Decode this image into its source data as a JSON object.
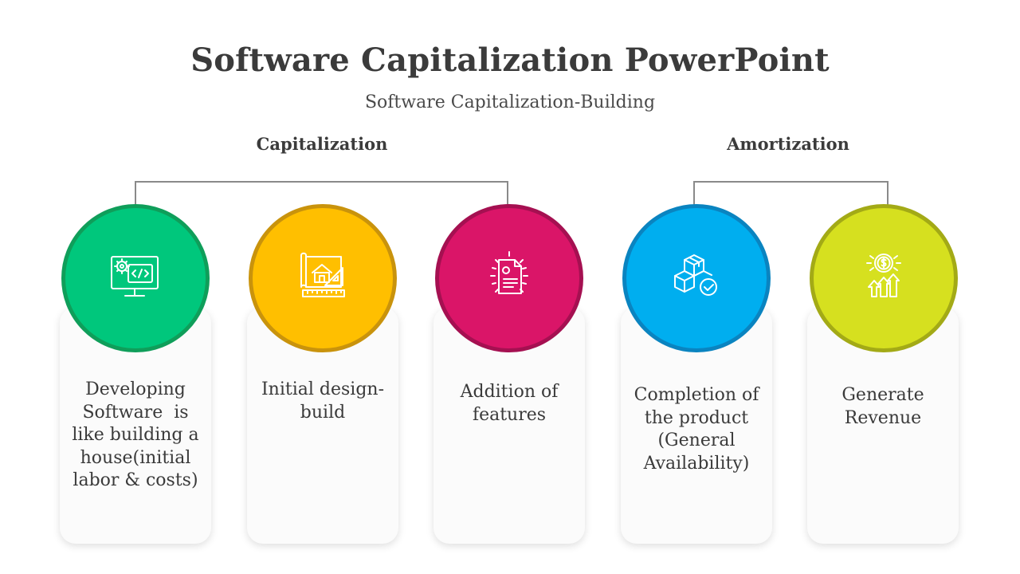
{
  "title": "Software Capitalization PowerPoint",
  "subtitle": "Software Capitalization-Building",
  "groups": {
    "capitalization": "Capitalization",
    "amortization": "Amortization"
  },
  "steps": [
    {
      "text": "Developing\nSoftware  is\nlike building a\nhouse(initial\nlabor & costs)",
      "icon": "software-development-icon",
      "fill": "#00c77c",
      "ring": "#0f9e5a"
    },
    {
      "text": "Initial design-\nbuild",
      "icon": "blueprint-design-icon",
      "fill": "#ffbf00",
      "ring": "#c9930c"
    },
    {
      "text": "Addition of\nfeatures",
      "icon": "document-features-icon",
      "fill": "#da1568",
      "ring": "#a51051"
    },
    {
      "text": "Completion of\nthe product\n(General\nAvailability)",
      "icon": "product-delivery-icon",
      "fill": "#00aeef",
      "ring": "#0a84c0"
    },
    {
      "text": "Generate\nRevenue",
      "icon": "revenue-growth-icon",
      "fill": "#d6e01f",
      "ring": "#a3aa16"
    }
  ]
}
